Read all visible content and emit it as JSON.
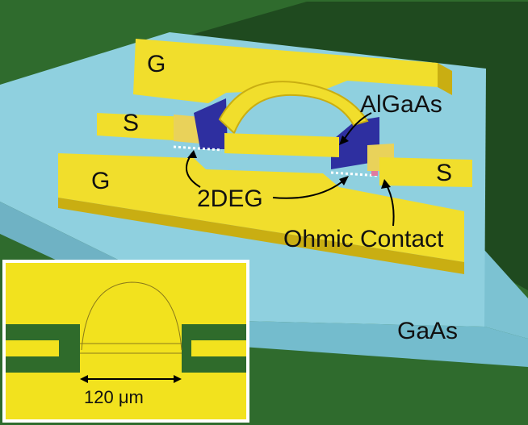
{
  "labels": {
    "gate_top": "G",
    "gate_bottom": "G",
    "source_left": "S",
    "source_right": "S",
    "algaas": "AlGaAs",
    "two_deg": "2DEG",
    "ohmic_contact": "Ohmic Contact",
    "substrate": "GaAs"
  },
  "inset": {
    "scale_label": "120 μm"
  },
  "colors": {
    "background": "#2f6b2d",
    "substrate_top": "#8fd0df",
    "substrate_side": "#6fb7c8",
    "gold": "#f1de2c",
    "gold_dark": "#c9ae12",
    "algaas": "#2e2fa0",
    "inset_field": "#f2e21e",
    "inset_pad": "#2f6b2b"
  }
}
